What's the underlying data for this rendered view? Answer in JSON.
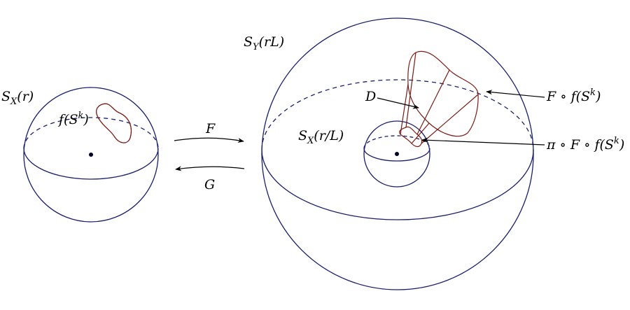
{
  "colors": {
    "sphere": "#1a1f6b",
    "curve": "#7a1a14",
    "ink": "#000000"
  },
  "labels": {
    "left_sphere": "S_X(r)",
    "left_curve": "f(S^k)",
    "big_sphere": "S_Y(rL)",
    "inner_sphere": "S_X(r/L)",
    "cone": "D",
    "map_forward": "F",
    "map_backward": "G",
    "image_curve": "F ∘ f(S^k)",
    "projected_curve": "π ∘ F ∘ f(S^k)"
  }
}
